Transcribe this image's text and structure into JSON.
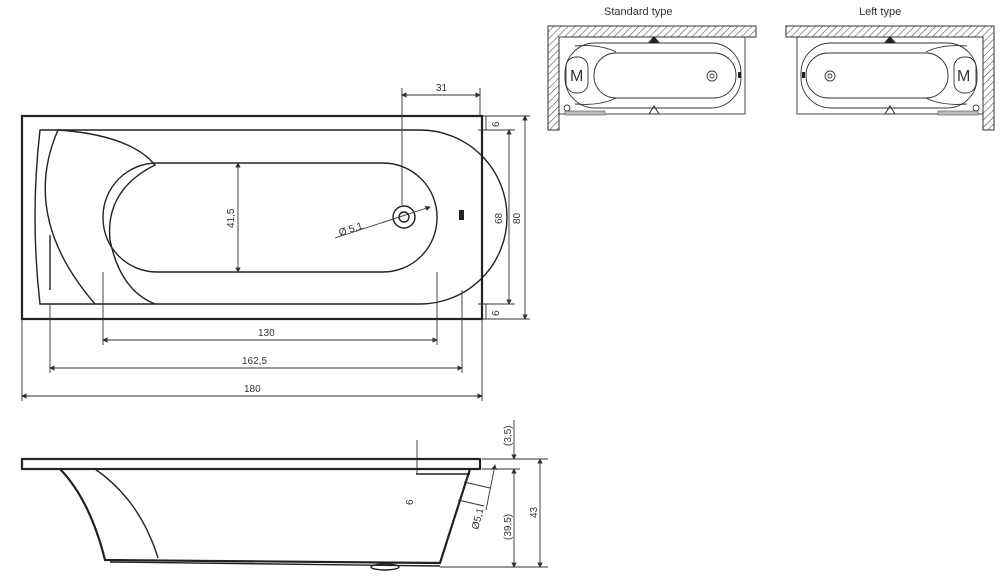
{
  "plan_view": {
    "dim_overflow_offset": "31",
    "dim_rim_top": "6",
    "dim_inner_width": "68",
    "dim_outer_width": "80",
    "dim_rim_bottom": "6",
    "dim_basin_width": "41,5",
    "dim_drain": "Ø 5,1",
    "dim_basin_length": "130",
    "dim_inner_length": "162,5",
    "dim_outer_length": "180"
  },
  "side_view": {
    "dim_rim_height": "(3,5)",
    "dim_rim_thickness": "6",
    "dim_overflow": "Ø5,1",
    "dim_depth": "(39,5)",
    "dim_total_height": "43"
  },
  "variants": [
    {
      "title": "Standard type",
      "motor_label": "M"
    },
    {
      "title": "Left type",
      "motor_label": "M"
    }
  ]
}
